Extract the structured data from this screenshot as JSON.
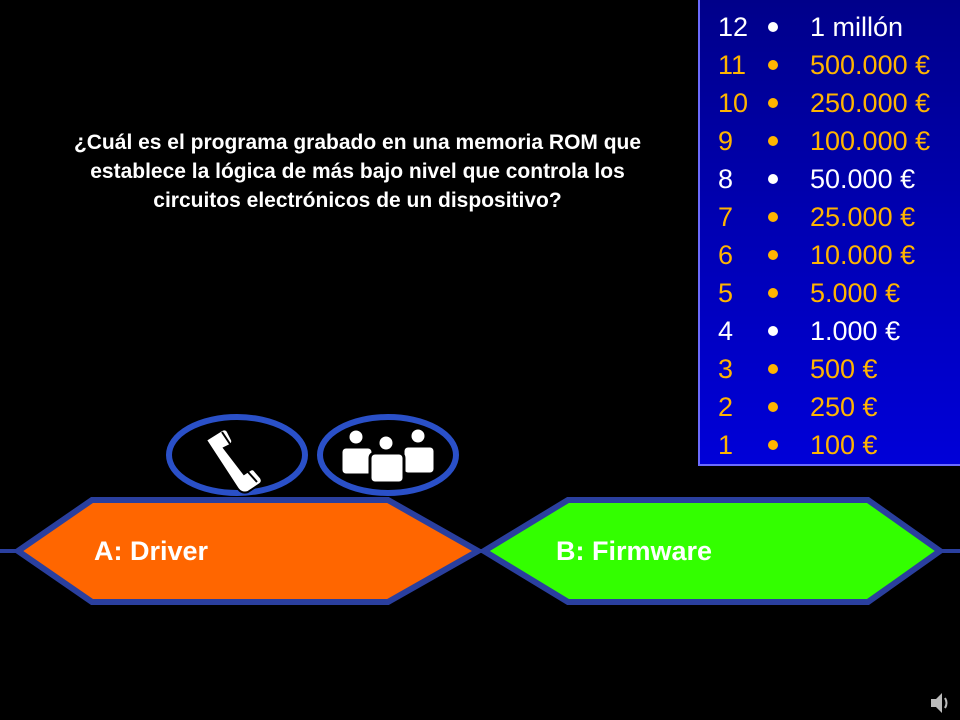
{
  "question": {
    "text": "¿Cuál es el programa grabado en una memoria ROM  que establece la lógica de más bajo nivel que controla los circuitos electrónicos de un dispositivo?"
  },
  "ladder": [
    {
      "level": "12",
      "amount": "1 millón",
      "safe": true
    },
    {
      "level": "11",
      "amount": "500.000 €",
      "safe": false
    },
    {
      "level": "10",
      "amount": "250.000 €",
      "safe": false
    },
    {
      "level": "9",
      "amount": "100.000 €",
      "safe": false
    },
    {
      "level": "8",
      "amount": "50.000 €",
      "safe": true
    },
    {
      "level": "7",
      "amount": "25.000 €",
      "safe": false
    },
    {
      "level": "6",
      "amount": "10.000 €",
      "safe": false
    },
    {
      "level": "5",
      "amount": "5.000 €",
      "safe": false
    },
    {
      "level": "4",
      "amount": "1.000 €",
      "safe": true
    },
    {
      "level": "3",
      "amount": "500 €",
      "safe": false
    },
    {
      "level": "2",
      "amount": "250 €",
      "safe": false
    },
    {
      "level": "1",
      "amount": "100 €",
      "safe": false
    }
  ],
  "lifelines": [
    {
      "name": "phone-a-friend",
      "icon": "phone-icon"
    },
    {
      "name": "ask-the-audience",
      "icon": "audience-icon"
    }
  ],
  "answers": {
    "a": {
      "label": "A:  Driver",
      "color": "#ff6600"
    },
    "b": {
      "label": "B: Firmware",
      "color": "#33ff00"
    }
  },
  "colors": {
    "background": "#000000",
    "ladder_bg": "#0000b0",
    "ladder_text": "#ffb400",
    "safe_text": "#ffffff",
    "frame": "#2a3f9e",
    "lifeline_ring": "#2a50c8"
  },
  "audio_icon": "speaker-icon"
}
